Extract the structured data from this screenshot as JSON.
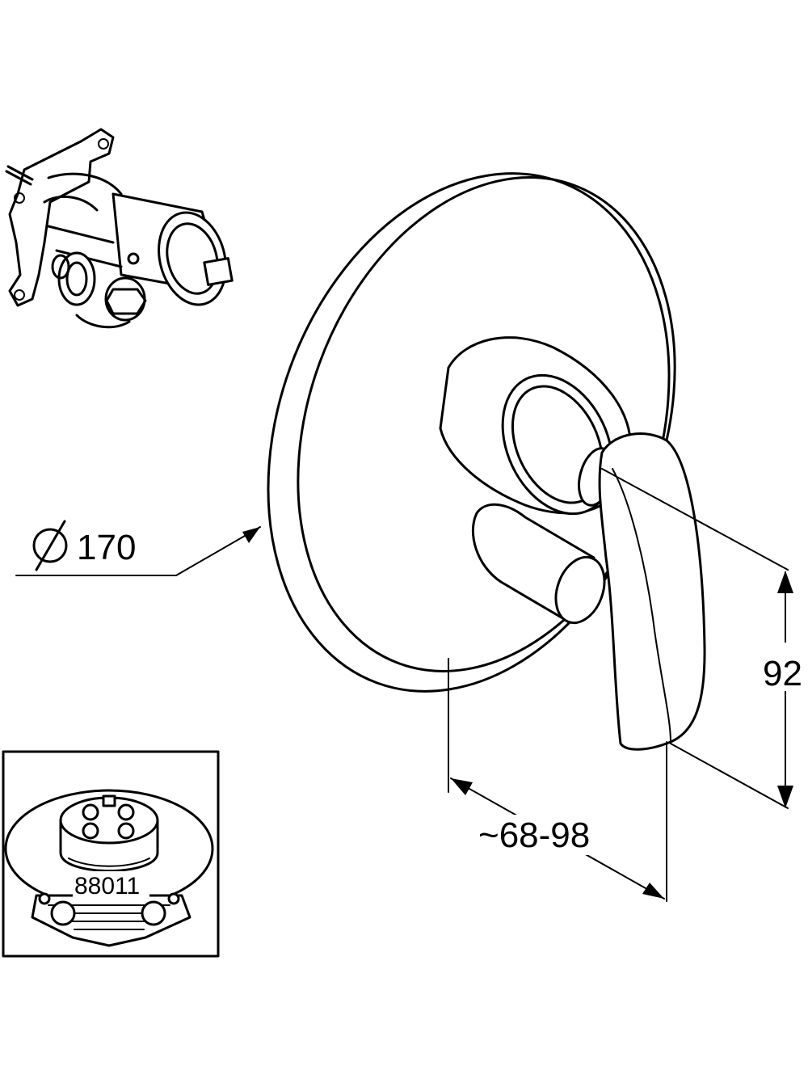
{
  "dimensions": {
    "diameter_symbol": "⌀",
    "diameter_value": "170",
    "height_value": "92",
    "depth_value": "~68-98"
  },
  "inset": {
    "part_number": "88011"
  },
  "colors": {
    "line": "#000000",
    "background": "#ffffff"
  },
  "icons": [
    "concealed-valve-body-illustration",
    "thermostatic-box-88011-illustration"
  ]
}
